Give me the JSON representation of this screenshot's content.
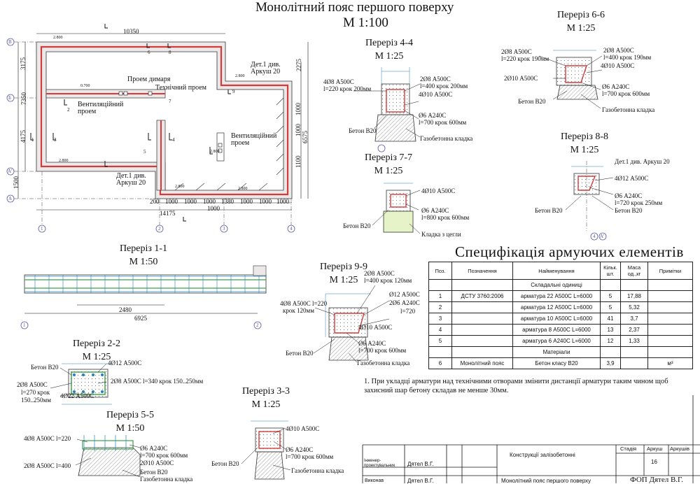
{
  "titles": {
    "main_line1": "Монолітний пояс першого поверху",
    "main_line2": "М 1:100"
  },
  "plan": {
    "dims": {
      "top": "10350",
      "bottom": "14175",
      "left_total": "7350",
      "left_upper": "3175",
      "left_lower": "4175",
      "left_bottom": "1500",
      "right_top": "2275",
      "right_main": "6575",
      "right_1000a": "1000",
      "right_1000b": "1000",
      "right_1100": "1100",
      "bottom_segments": [
        "200",
        "1000",
        "1000",
        "1000",
        "1380",
        "1000",
        "1000",
        "1000"
      ],
      "bottom_under": "1000"
    },
    "labels": {
      "chimney": "Проем димаря",
      "tech": "Технічний проем",
      "vent1": "Вентиляційний проем",
      "vent2": "Вентиляційний проем",
      "det_top": "Дет.1 див. Аркуш 20",
      "det_bottom": "Дет.1 див. Аркуш 20"
    },
    "elevations": [
      "2.800",
      "0.700",
      "2.800",
      "2.800",
      "2.800",
      "2.800",
      "2.800"
    ],
    "axes_letters": [
      "В",
      "Б",
      "А'",
      "А"
    ],
    "axes_numbers": [
      "1",
      "2",
      "3",
      "4"
    ],
    "cut_marks": [
      "1",
      "2",
      "3",
      "4",
      "5",
      "6",
      "7",
      "8",
      "9"
    ]
  },
  "section_1_1": {
    "t1": "Переріз 1-1",
    "t2": "М 1:50",
    "dim_inner": "2480",
    "dim_total": "6925",
    "axes": [
      "1",
      "2"
    ]
  },
  "section_2_2": {
    "t1": "Переріз 2-2",
    "t2": "М 1:25",
    "labels": [
      "Бетон В20",
      "4Ø12 А500С",
      "2Ø8 А500С",
      "l=270 крок",
      "150..250мм",
      "2Ø8 А500С  l=340 крок 150..250мм",
      "4Ø22 А500С"
    ]
  },
  "section_3_3": {
    "t1": "Переріз 3-3",
    "t2": "М 1:25",
    "labels": [
      "4Ø10 А500С",
      "Ø6 А240С",
      "l=700 крок 600мм",
      "Бетон В20",
      "Газобетонна кладка"
    ]
  },
  "section_4_4": {
    "t1": "Переріз 4-4",
    "t2": "М 1:25",
    "labels": [
      "4Ø8 А500С",
      "l=220 крок 200мм",
      "2Ø8 А500С",
      "l=400 крок 200мм",
      "4Ø10 А500С",
      "Ø6 А240С",
      "l=700 крок 600мм",
      "Бетон В20",
      "Газобетонна кладка"
    ]
  },
  "section_5_5": {
    "t1": "Переріз 5-5",
    "t2": "М 1:50",
    "labels": [
      "4Ø8 А500С l=220",
      "Ø6 А240С",
      "l=700 крок 600мм",
      "2Ø10 А500С",
      "2Ø8 А500С l=400",
      "Бетон В20",
      "Газобетонна кладка"
    ]
  },
  "section_6_6": {
    "t1": "Переріз 6-6",
    "t2": "М 1:25",
    "labels": [
      "2Ø8 А500С",
      "l=220 крок 190мм",
      "2Ø8 А500С",
      "l=400 крок 190мм",
      "4Ø10 А500С",
      "2Ø10 А500С",
      "Ø6 А240С",
      "l=700 крок 600мм",
      "Бетон В20",
      "Газобетонна кладка"
    ]
  },
  "section_7_7": {
    "t1": "Переріз 7-7",
    "t2": "М 1:25",
    "labels": [
      "4Ø10 А500С",
      "Ø6 А240С",
      "l=800 крок 600мм",
      "Бетон В20",
      "Кладка з цегли"
    ]
  },
  "section_8_8": {
    "t1": "Переріз 8-8",
    "t2": "М 1:25",
    "labels": [
      "Дет.1 див. Аркуш 20",
      "4Ø12 А500С",
      "Ø6 А240С",
      "l=720 крок 250мм",
      "Бетон В20",
      "Бетон В20"
    ],
    "axes": [
      "4",
      "А'"
    ]
  },
  "section_9_9": {
    "t1": "Переріз 9-9",
    "t2": "М 1:25",
    "labels": [
      "2Ø8 А500С",
      "l=400 крок 120мм",
      "4Ø8 А500С l=220",
      "крок 120мм",
      "Ø12 А500С",
      "2Ø6 А240С",
      "l=720",
      "4Ø10 А500С",
      "Ø6 А240С",
      "l=700 крок 600мм",
      "Бетон В20",
      "Газобетонна кладка"
    ]
  },
  "spec": {
    "heading": "Специфікація армуючих елементів",
    "columns": [
      "Поз.",
      "Позначення",
      "Найменування",
      "Кільк. шт.",
      "Маса од.,кг",
      "Примітки"
    ],
    "group1": "Складальні одиниці",
    "rows": [
      {
        "pos": "1",
        "code": "ДСТУ 3760:2006",
        "name": "арматура 22 А500С L=6000",
        "qty": "5",
        "mass": "17,88",
        "note": ""
      },
      {
        "pos": "2",
        "code": "",
        "name": "арматура 12 А500С L=6000",
        "qty": "5",
        "mass": "5,32",
        "note": ""
      },
      {
        "pos": "3",
        "code": "",
        "name": "арматура 10 А500С L=6000",
        "qty": "41",
        "mass": "3,7",
        "note": ""
      },
      {
        "pos": "4",
        "code": "",
        "name": "арматура 8 А500С L=6000",
        "qty": "13",
        "mass": "2,37",
        "note": ""
      },
      {
        "pos": "5",
        "code": "",
        "name": "арматура 6 А240С L=6000",
        "qty": "12",
        "mass": "1,33",
        "note": ""
      }
    ],
    "group2": "Матеріали",
    "material": {
      "pos": "6",
      "code": "Монолітний пояс",
      "name": "Бетон класу В20",
      "qty": "3,9",
      "mass": "",
      "note": "м³"
    },
    "note": "1. При укладці арматури над технічними отворами змінити дистанції арматури таким чином щоб захисний шар бетону складав не менше 30мм."
  },
  "title_block": {
    "section": "Конструкції залізобетонні",
    "col_stage": "Стадія",
    "col_sheet": "Аркуш",
    "col_sheets": "Аркушів",
    "sheet_no": "16",
    "role1": "Інженер-проектувальник",
    "name1": "Дятел В.Г.",
    "role2": "Виконав",
    "name2": "Дятел В.Г.",
    "drawing": "Монолітний пояс першого поверху",
    "company": "ФОП Дятел В.Г."
  },
  "colors": {
    "wall": "#e8e4e4",
    "belt": "#d23c3c",
    "rebar": "#2a7fb8",
    "rebar_green": "#3aa04a",
    "line": "#1a1a1a"
  }
}
